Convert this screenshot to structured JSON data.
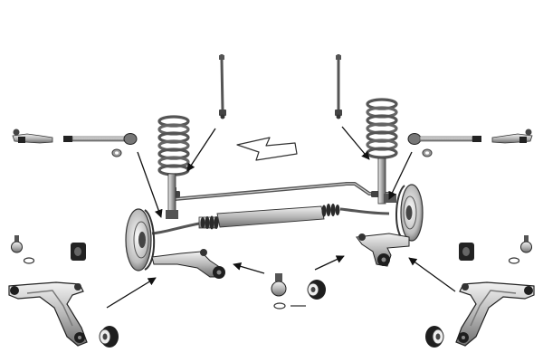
{
  "diagram": {
    "colors": {
      "background": "#ffffff",
      "metal_light": "#d8d8d8",
      "metal_mid": "#9a9a9a",
      "metal_dark": "#444444",
      "rubber": "#1e1e1e",
      "outline": "#222222",
      "arrow": "#111111"
    },
    "components": [
      "left-stabilizer-link",
      "right-stabilizer-link",
      "left-coil-spring",
      "right-coil-spring",
      "left-tie-rod-end",
      "right-tie-rod-end",
      "left-inner-tie-rod",
      "right-inner-tie-rod",
      "steering-rack",
      "stabilizer-bar",
      "left-brake-disc",
      "right-brake-disc",
      "left-lower-control-arm",
      "right-lower-control-arm",
      "left-ball-joint",
      "right-ball-joint",
      "left-control-arm-bushing",
      "right-control-arm-bushing",
      "center-ball-joint",
      "center-bushing",
      "direction-arrow"
    ]
  }
}
